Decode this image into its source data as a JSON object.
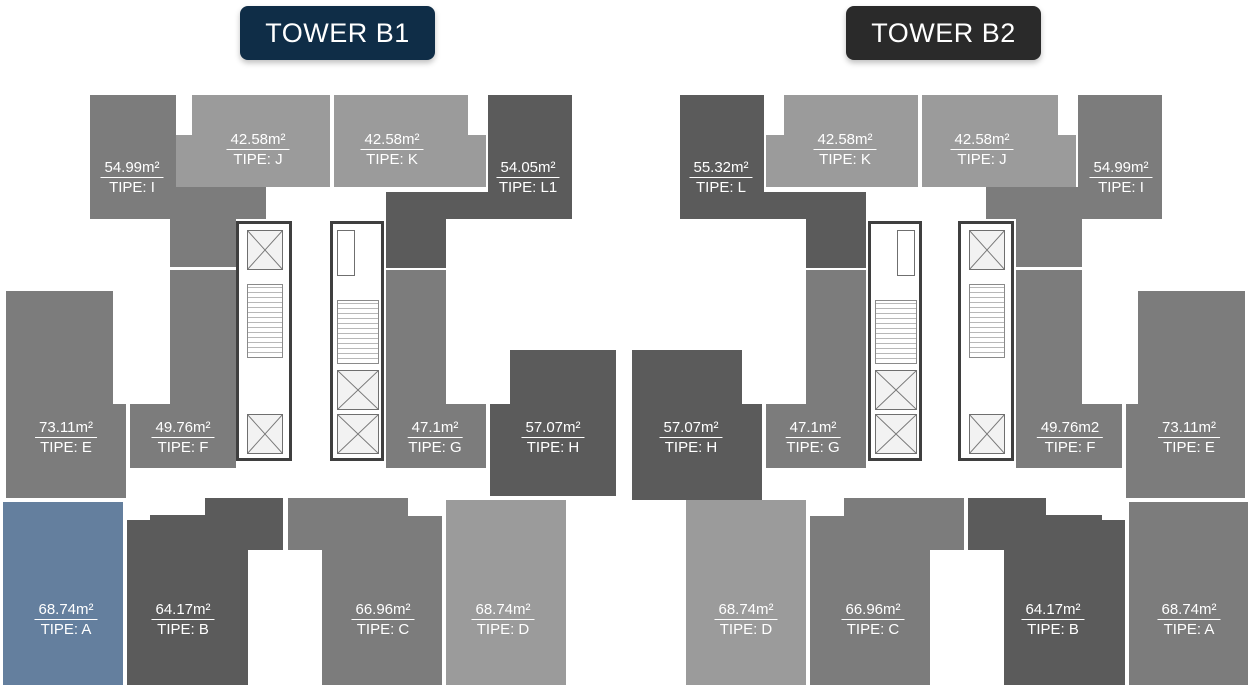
{
  "towers": [
    {
      "id": "b1",
      "label": "TOWER B1",
      "color": "#0f2d47"
    },
    {
      "id": "b2",
      "label": "TOWER B2",
      "color": "#2a2a2a"
    }
  ],
  "colors": {
    "selected_unit": "#647f9e",
    "unit_light": "#9b9b9b",
    "unit_medium": "#7c7c7c",
    "unit_dark": "#5b5b5b"
  },
  "b1_units": [
    {
      "area": "54.99m²",
      "type": "TIPE: I"
    },
    {
      "area": "42.58m²",
      "type": "TIPE: J"
    },
    {
      "area": "42.58m²",
      "type": "TIPE: K"
    },
    {
      "area": "54.05m²",
      "type": "TIPE: L1"
    },
    {
      "area": "73.11m²",
      "type": "TIPE: E"
    },
    {
      "area": "49.76m²",
      "type": "TIPE: F"
    },
    {
      "area": "47.1m²",
      "type": "TIPE: G"
    },
    {
      "area": "57.07m²",
      "type": "TIPE: H"
    },
    {
      "area": "68.74m²",
      "type": "TIPE: A"
    },
    {
      "area": "64.17m²",
      "type": "TIPE: B"
    },
    {
      "area": "66.96m²",
      "type": "TIPE: C"
    },
    {
      "area": "68.74m²",
      "type": "TIPE: D"
    }
  ],
  "b2_units": [
    {
      "area": "55.32m²",
      "type": "TIPE: L"
    },
    {
      "area": "42.58m²",
      "type": "TIPE: K"
    },
    {
      "area": "42.58m²",
      "type": "TIPE: J"
    },
    {
      "area": "54.99m²",
      "type": "TIPE: I"
    },
    {
      "area": "57.07m²",
      "type": "TIPE: H"
    },
    {
      "area": "47.1m²",
      "type": "TIPE: G"
    },
    {
      "area": "49.76m2",
      "type": "TIPE: F"
    },
    {
      "area": "73.11m²",
      "type": "TIPE: E"
    },
    {
      "area": "68.74m²",
      "type": "TIPE: D"
    },
    {
      "area": "66.96m²",
      "type": "TIPE: C"
    },
    {
      "area": "64.17m²",
      "type": "TIPE: B"
    },
    {
      "area": "68.74m²",
      "type": "TIPE: A"
    }
  ]
}
